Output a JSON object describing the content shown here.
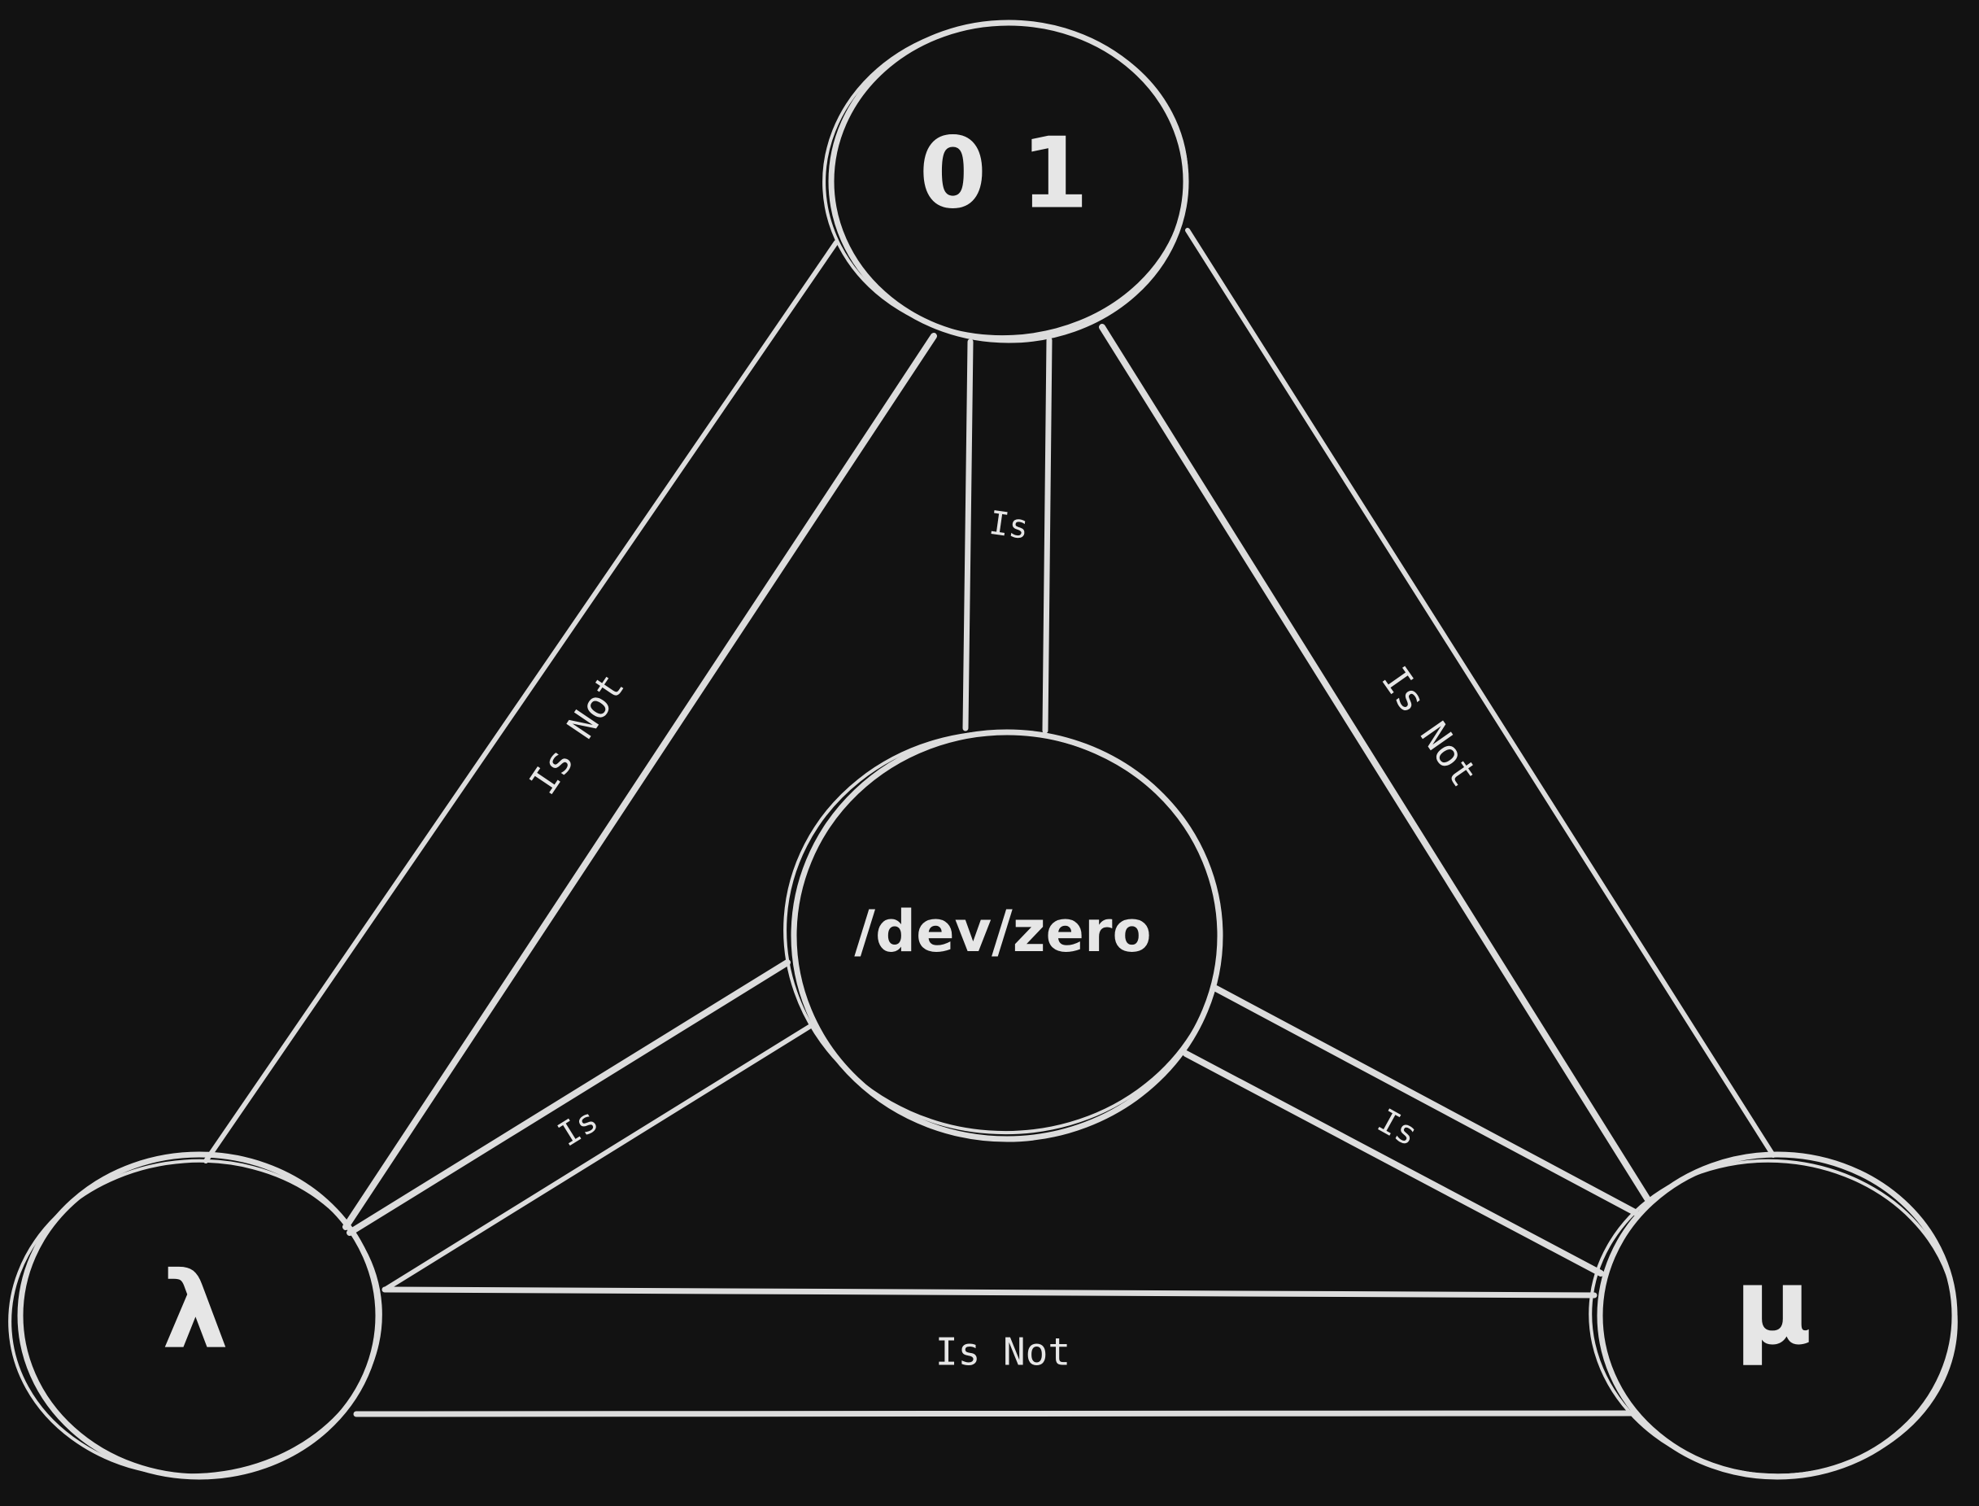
{
  "nodes": {
    "top": {
      "label": "0 1"
    },
    "center": {
      "label": "/dev/zero"
    },
    "left": {
      "label": "λ"
    },
    "right": {
      "label": "μ"
    }
  },
  "edges": {
    "top_center": {
      "label": "Is"
    },
    "top_left": {
      "label": "Is Not"
    },
    "top_right": {
      "label": "Is Not"
    },
    "center_left": {
      "label": "Is"
    },
    "center_right": {
      "label": "Is"
    },
    "left_right": {
      "label": "Is Not"
    }
  },
  "colors": {
    "background": "#121212",
    "stroke": "#dcdcdc",
    "text": "#e6e6e6"
  }
}
